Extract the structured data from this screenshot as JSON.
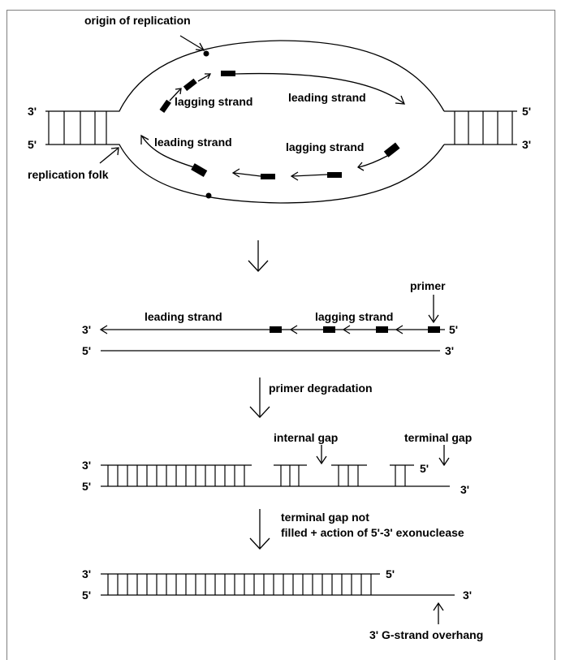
{
  "labels": {
    "origin": "origin of replication",
    "replication_fork": "replication folk",
    "leading_strand": "leading strand",
    "lagging_strand": "lagging strand",
    "primer": "primer",
    "primer_degradation": "primer degradation",
    "internal_gap": "internal gap",
    "terminal_gap": "terminal gap",
    "exonuclease_line1": "terminal gap not",
    "exonuclease_line2": "filled + action of 5'-3' exonuclease",
    "overhang": "3' G-strand overhang",
    "three_prime": "3'",
    "five_prime": "5'"
  }
}
